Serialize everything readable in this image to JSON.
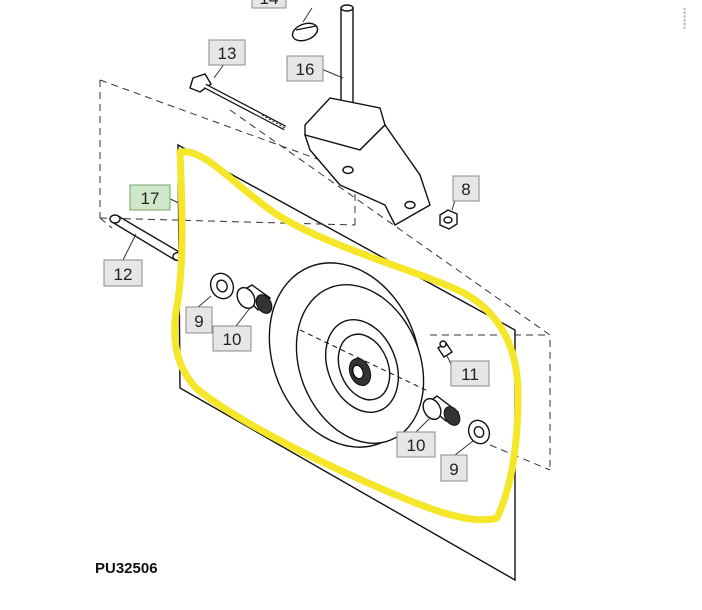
{
  "figure_id": "PU32506",
  "callouts": {
    "c13": "13",
    "c16": "16",
    "c14": "14",
    "c8": "8",
    "c17": "17",
    "c12": "12",
    "c9a": "9",
    "c10a": "10",
    "c11": "11",
    "c10b": "10",
    "c9b": "9"
  },
  "colors": {
    "highlight": "#f5e62a",
    "callout_fill": "#e6e6e6",
    "callout_highlight_fill": "#cfe8c9"
  }
}
